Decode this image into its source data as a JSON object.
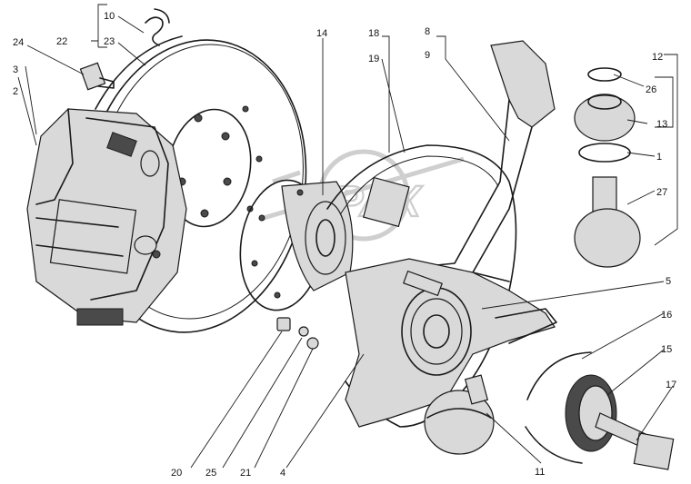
{
  "watermark": {
    "text": "GPAX"
  },
  "callouts": {
    "c1": "1",
    "c2": "2",
    "c3": "3",
    "c4": "4",
    "c5": "5",
    "c8": "8",
    "c9": "9",
    "c10": "10",
    "c11": "11",
    "c12": "12",
    "c13": "13",
    "c14": "14",
    "c15": "15",
    "c16": "16",
    "c17": "17",
    "c18": "18",
    "c19": "19",
    "c20": "20",
    "c21": "21",
    "c22": "22",
    "c23": "23",
    "c24": "24",
    "c25": "25",
    "c26": "26",
    "c27": "27"
  }
}
